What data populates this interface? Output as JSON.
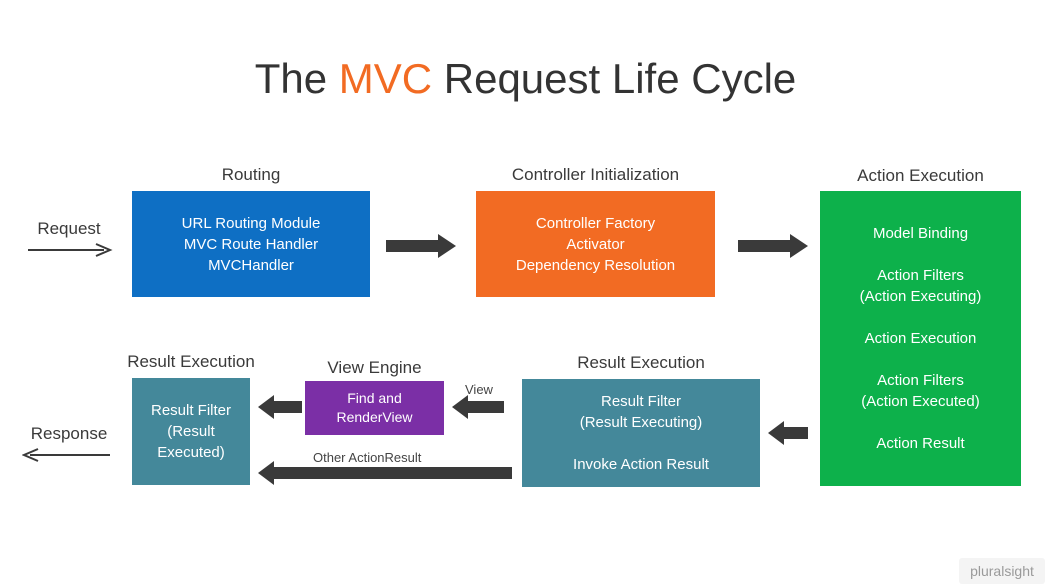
{
  "title": {
    "prefix": "The ",
    "accent": "MVC",
    "suffix": " Request Life Cycle"
  },
  "request_label": "Request",
  "response_label": "Response",
  "routing": {
    "label": "Routing",
    "lines": [
      "URL Routing Module",
      "MVC Route Handler",
      "MVCHandler"
    ]
  },
  "controller_init": {
    "label": "Controller Initialization",
    "lines": [
      "Controller Factory",
      "Activator",
      "Dependency Resolution"
    ]
  },
  "action_execution": {
    "label": "Action Execution",
    "items": [
      "Model Binding",
      "Action Filters",
      "(Action Executing)",
      "Action Execution",
      "Action Filters",
      "(Action Executed)",
      "Action Result"
    ]
  },
  "result_execution_right": {
    "label": "Result Execution",
    "lines": [
      "Result Filter",
      "(Result Executing)",
      "Invoke Action Result"
    ]
  },
  "view_engine": {
    "label": "View Engine",
    "lines": [
      "Find and",
      "RenderView"
    ]
  },
  "result_execution_left": {
    "label": "Result Execution",
    "lines": [
      "Result Filter",
      "(Result",
      "Executed)"
    ]
  },
  "edge_labels": {
    "view": "View",
    "other": "Other ActionResult"
  },
  "logo": "pluralsight",
  "colors": {
    "accent": "#f26b23",
    "blue": "#0e6fc4",
    "orange": "#f26b23",
    "green": "#0db14b",
    "teal": "#44889a",
    "purple": "#7b2fa6",
    "arrow": "#3a3a3a"
  },
  "icons": {
    "flow_arrow": "right-arrow-icon",
    "back_arrow": "left-arrow-icon"
  }
}
